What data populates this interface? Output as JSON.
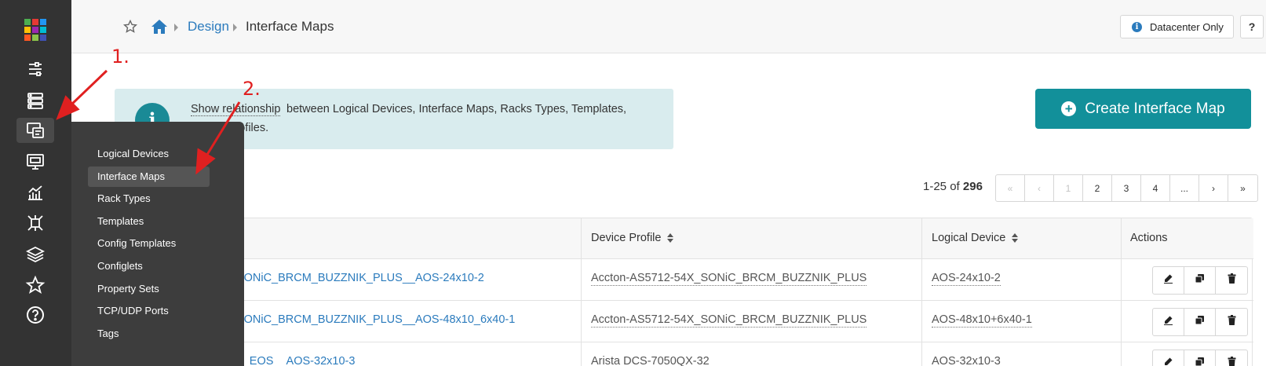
{
  "colors": {
    "sidebar": "#333333",
    "flyout": "#3d3d3d",
    "accent": "#12909a",
    "link": "#2b7bbd",
    "annotation": "#e02020"
  },
  "logo_colors": [
    "#4caf50",
    "#e53935",
    "#2196f3",
    "#ffc107",
    "#9c27b0",
    "#00bcd4",
    "#ff5722",
    "#8bc34a",
    "#3f51b5"
  ],
  "sidebar": {
    "icons": [
      "blueprints-icon",
      "devices-icon",
      "design-icon",
      "resources-icon",
      "analytics-icon",
      "external-systems-icon",
      "platform-icon",
      "favorites-icon",
      "help-icon"
    ],
    "active": "design-icon"
  },
  "flyout": {
    "items": [
      {
        "label": "Logical Devices",
        "active": false
      },
      {
        "label": "Interface Maps",
        "active": true
      },
      {
        "label": "Rack Types",
        "active": false
      },
      {
        "label": "Templates",
        "active": false
      },
      {
        "label": "Config Templates",
        "active": false
      },
      {
        "label": "Configlets",
        "active": false
      },
      {
        "label": "Property Sets",
        "active": false
      },
      {
        "label": "TCP/UDP Ports",
        "active": false
      },
      {
        "label": "Tags",
        "active": false
      }
    ]
  },
  "header": {
    "breadcrumb": {
      "parent": "Design",
      "current": "Interface Maps"
    },
    "dc_label": "Datacenter Only",
    "help_label": "?"
  },
  "banner": {
    "link": "Show relationship",
    "text": "between Logical Devices, Interface Maps, Racks Types, Templates,",
    "text2": "Device profiles."
  },
  "create_button": {
    "label": "Create Interface Map"
  },
  "pagination": {
    "range": "1-25",
    "of": "of",
    "total": "296",
    "buttons": [
      "«",
      "‹",
      "1",
      "2",
      "3",
      "4",
      "...",
      "›",
      "»"
    ],
    "disabled": [
      0,
      1,
      2
    ]
  },
  "table": {
    "headers": {
      "device_profile": "Device Profile",
      "logical_device": "Logical Device",
      "actions": "Actions"
    },
    "rows": [
      {
        "name": "Accton_AS5712_54X_SONiC_BRCM_BUZZNIK_PLUS__AOS-24x10-2",
        "device_profile": "Accton-AS5712-54X_SONiC_BRCM_BUZZNIK_PLUS",
        "logical_device": "AOS-24x10-2"
      },
      {
        "name": "Accton_AS5712_54X_SONiC_BRCM_BUZZNIK_PLUS__AOS-48x10_6x40-1",
        "device_profile": "Accton-AS5712-54X_SONiC_BRCM_BUZZNIK_PLUS",
        "logical_device": "AOS-48x10+6x40-1"
      },
      {
        "name": "Arista_DCS-7050QX-32_EOS__AOS-32x10-3",
        "device_profile": "Arista DCS-7050QX-32",
        "logical_device": "AOS-32x10-3"
      }
    ]
  },
  "annotations": {
    "step1": "1.",
    "step2": "2."
  }
}
